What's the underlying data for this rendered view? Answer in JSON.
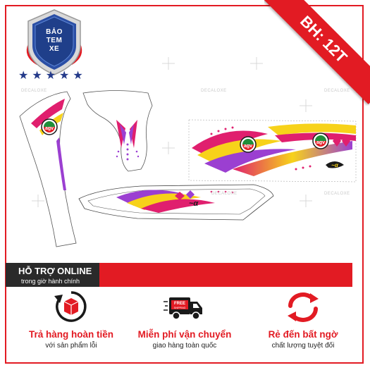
{
  "badge": {
    "line1": "BẢO",
    "line2": "TEM",
    "line3": "XE"
  },
  "stars_count": 5,
  "ribbon": {
    "text": "BH: 12T"
  },
  "stickers": {
    "brand_text": "agv",
    "watermark": "DECALOXE"
  },
  "support": {
    "title": "HỖ TRỢ ONLINE",
    "subtitle": "trong giờ hành chính"
  },
  "features": [
    {
      "title": "Trả hàng hoàn tiền",
      "subtitle": "với sản phẩm lỗi",
      "icon": "return-box-icon"
    },
    {
      "title": "Miễn phí vận chuyển",
      "subtitle": "giao hàng toàn quốc",
      "icon": "free-shipping-truck-icon"
    },
    {
      "title": "Rẻ đến bất ngờ",
      "subtitle": "chất lượng tuyệt đối",
      "icon": "refresh-arrows-icon"
    }
  ],
  "colors": {
    "brand_red": "#e21b23",
    "dark": "#2a2a2a",
    "navy": "#243a8a"
  }
}
